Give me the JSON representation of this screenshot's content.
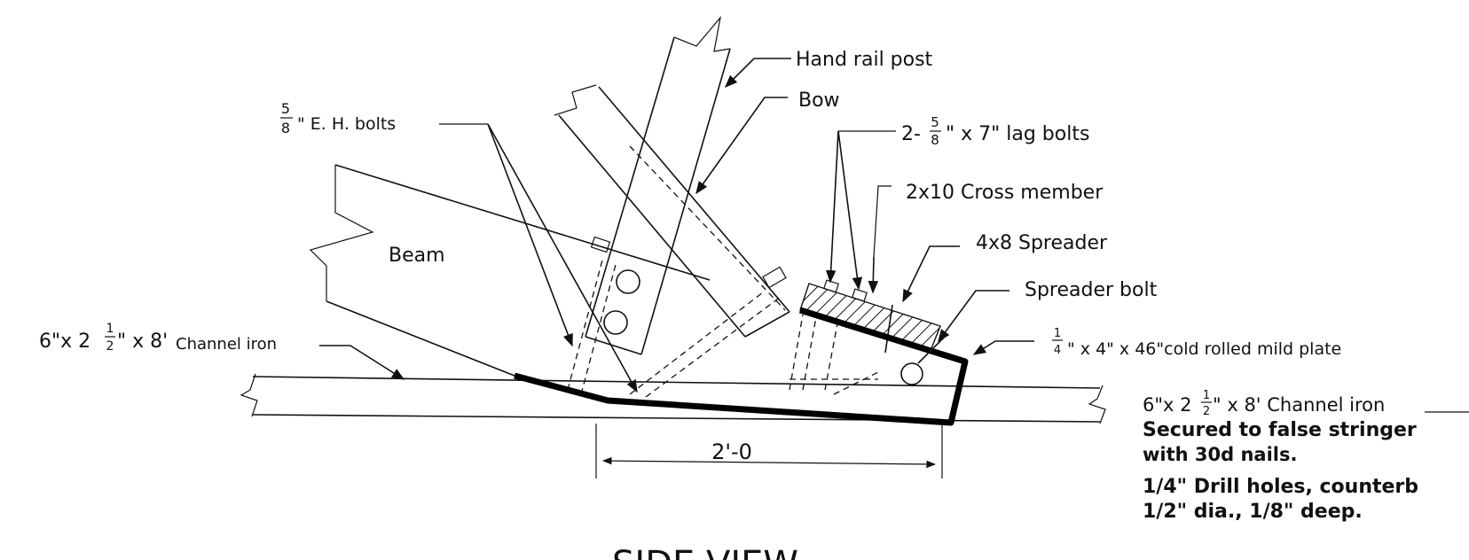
{
  "labels": {
    "hand_rail_post": "Hand rail post",
    "bow": "Bow",
    "eh_bolts_num": "5",
    "eh_bolts_den": "8",
    "eh_bolts_text": "\" E. H. bolts",
    "lag_bolts_prefix": "2-",
    "lag_bolts_num": "5",
    "lag_bolts_den": "8",
    "lag_bolts_text": "\" x 7\" lag bolts",
    "cross_member": "2x10 Cross member",
    "spreader": "4x8  Spreader",
    "spreader_bolt": "Spreader bolt",
    "beam": "Beam",
    "channel_left_a": "6\"x 2",
    "channel_left_num": "1",
    "channel_left_den": "2",
    "channel_left_b": "\" x  8'",
    "channel_left_c": "Channel  iron",
    "plate_num": "1",
    "plate_den": "4",
    "plate_text": "\" x 4\" x 46\"cold rolled mild plate",
    "channel_right_a": "6\"x 2",
    "channel_right_num": "1",
    "channel_right_den": "2",
    "channel_right_b": "\" x  8'  Channel iron",
    "secured_1": "Secured  to  false  stringer",
    "secured_2": "with 30d nails.",
    "drill_1": "1/4\" Drill holes,  counterb",
    "drill_2": "1/2\" dia., 1/8\" deep.",
    "dimension": "2'-0",
    "view_title": "SIDE   VIEW"
  }
}
